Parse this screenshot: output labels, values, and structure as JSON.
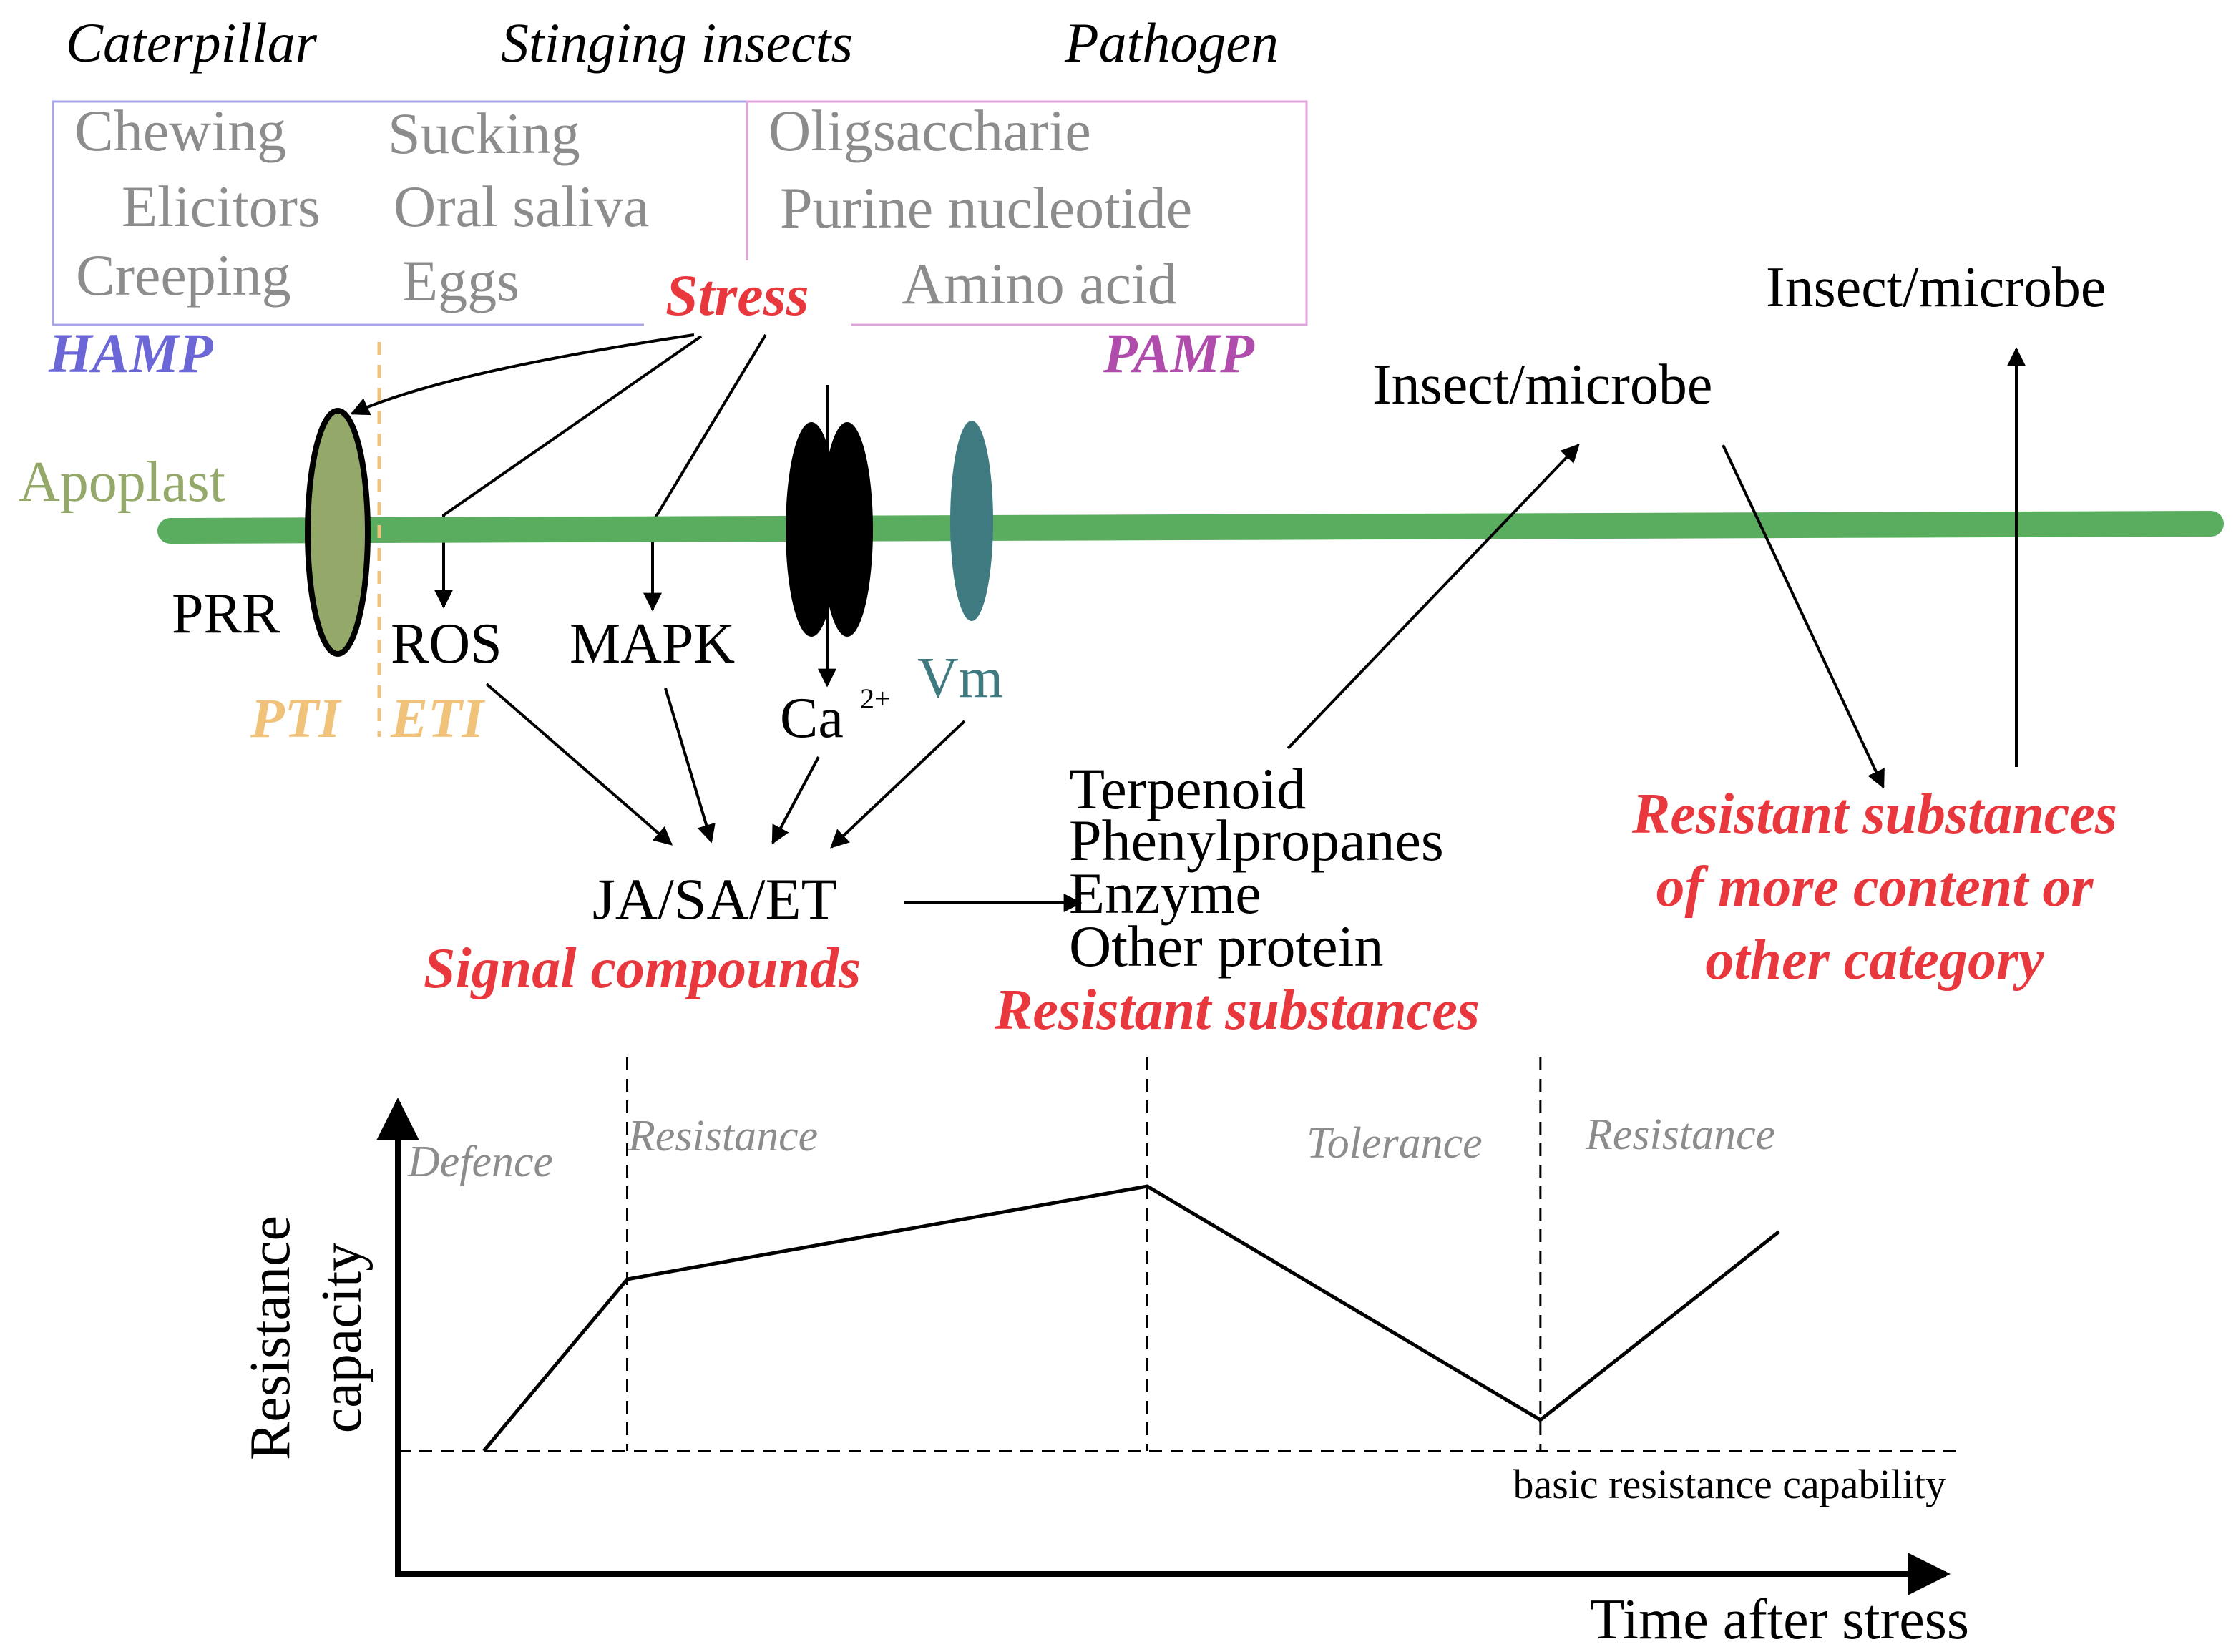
{
  "colors": {
    "red": "#e8383d",
    "gray": "#8c8c8c",
    "blue_hamp": "#6b67d6",
    "purple_pamp": "#b04cac",
    "green_membrane": "#5aad5e",
    "olive": "#94a86a",
    "orange": "#f0c27a",
    "teal": "#3f7a80",
    "black": "#000000"
  },
  "attackers": {
    "caterpillar": "Caterpillar",
    "stinging_insects": "Stinging insects",
    "pathogen": "Pathogen"
  },
  "hamp_box": {
    "label": "HAMP",
    "items": [
      "Chewing",
      "Sucking",
      "Elicitors",
      "Oral saliva",
      "Creeping",
      "Eggs"
    ]
  },
  "pamp_box": {
    "label": "PAMP",
    "items": [
      "Oligsaccharie",
      "Purine nucleotide",
      "Amino acid"
    ]
  },
  "stress_label": "Stress",
  "membrane": {
    "apoplast_label": "Apoplast",
    "prr_label": "PRR",
    "pti_label": "PTI",
    "eti_label": "ETI"
  },
  "signals": {
    "ros": "ROS",
    "mapk": "MAPK",
    "ca": "Ca",
    "ca_sup": "2+",
    "vm": "Vm"
  },
  "signal_compounds": {
    "names": "JA/SA/ET",
    "label": "Signal compounds"
  },
  "resistant_substances": {
    "items": [
      "Terpenoid",
      "Phenylpropanes",
      "Enzyme",
      "Other protein"
    ],
    "label": "Resistant substances"
  },
  "insect_microbe_1": "Insect/microbe",
  "insect_microbe_2": "Insect/microbe",
  "resistant_more": {
    "lines": [
      "Resistant substances",
      "of more content or",
      "other category"
    ]
  },
  "graph": {
    "ylabel_lines": [
      "Resistance",
      "capacity"
    ],
    "xlabel": "Time after stress",
    "phases": [
      "Defence",
      "Resistance",
      "Tolerance",
      "Resistance"
    ],
    "baseline_label": "basic resistance capability"
  },
  "chart_data": {
    "type": "line",
    "title": "",
    "xlabel": "Time after stress",
    "ylabel": "Resistance capacity",
    "x": [
      0.0,
      0.104,
      0.481,
      0.766,
      0.939
    ],
    "y": [
      0.0,
      0.48,
      0.74,
      0.0867,
      0.613
    ],
    "note_baseline": "basic resistance capability",
    "phase_boundaries_x": [
      0.104,
      0.481,
      0.766
    ],
    "phase_labels": [
      "Defence",
      "Resistance",
      "Tolerance",
      "Resistance"
    ]
  }
}
